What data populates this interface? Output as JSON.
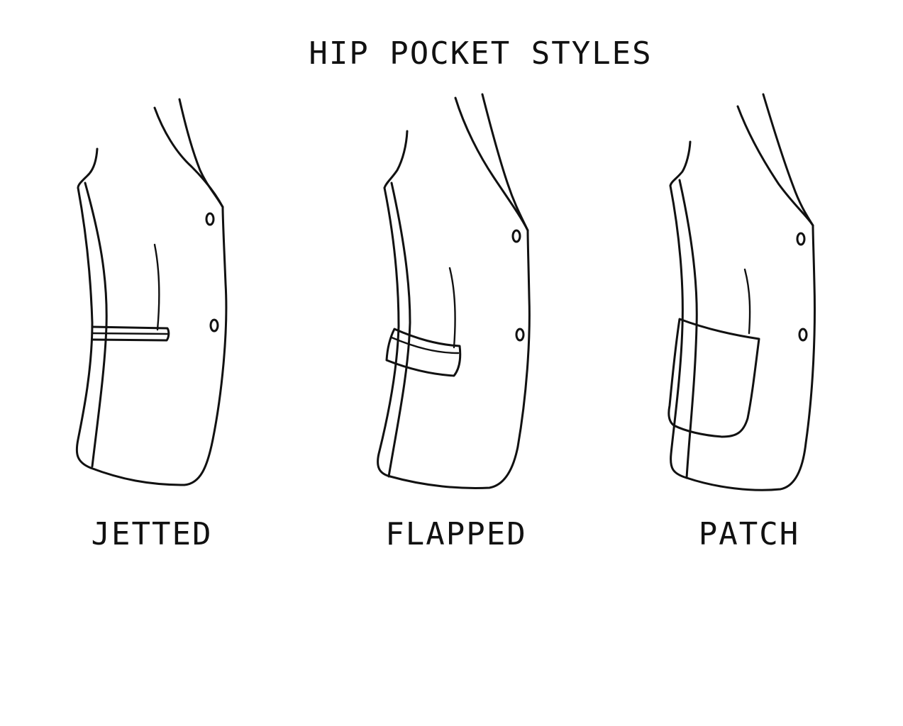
{
  "title": "HIP POCKET STYLES",
  "styles": [
    {
      "label": "JETTED"
    },
    {
      "label": "FLAPPED"
    },
    {
      "label": "PATCH"
    }
  ],
  "colors": {
    "ink": "#111111",
    "background": "#ffffff"
  }
}
